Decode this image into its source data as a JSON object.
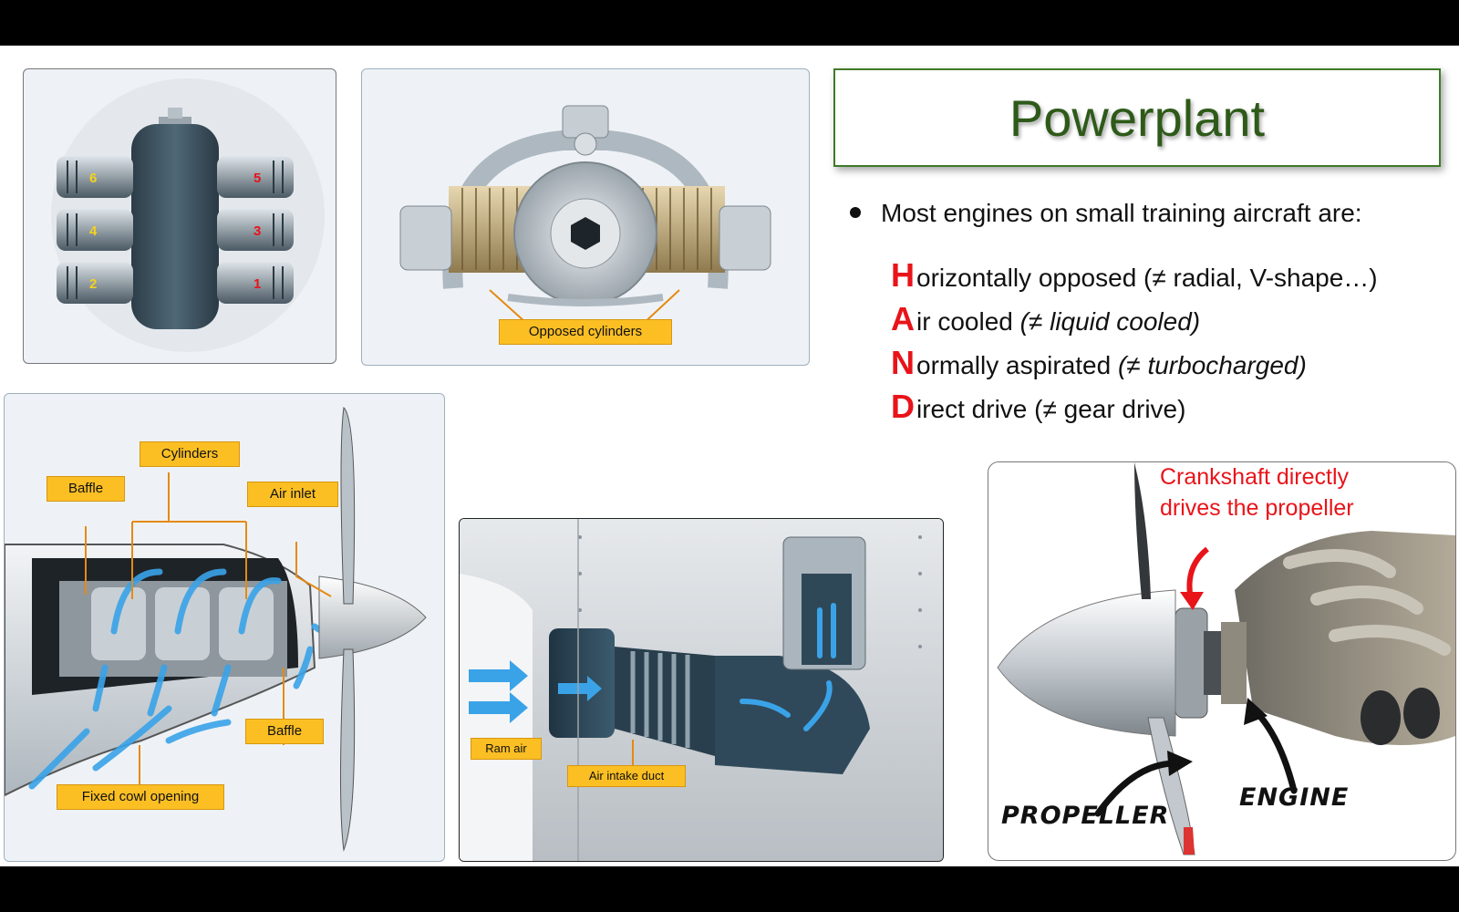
{
  "title": "Powerplant",
  "bullet": "Most engines on small training aircraft are:",
  "hand": [
    {
      "letter": "H",
      "rest": "orizontally opposed (≠ radial, V-shape…)",
      "italic": ""
    },
    {
      "letter": "A",
      "rest": "ir cooled ",
      "italic": "(≠ liquid cooled)"
    },
    {
      "letter": "N",
      "rest": "ormally aspirated ",
      "italic": "(≠ turbocharged)"
    },
    {
      "letter": "D",
      "rest": "irect drive (≠ gear drive)",
      "italic": ""
    }
  ],
  "cylinder_numbers": [
    "6",
    "5",
    "4",
    "3",
    "2",
    "1"
  ],
  "callouts": {
    "opposed_cylinders": "Opposed cylinders",
    "cylinders": "Cylinders",
    "baffle_top": "Baffle",
    "air_inlet": "Air inlet",
    "baffle_bottom": "Baffle",
    "fixed_cowl": "Fixed cowl opening",
    "ram_air": "Ram air",
    "air_intake_duct": "Air intake duct"
  },
  "crankshaft_note_line1": "Crankshaft directly",
  "crankshaft_note_line2": "drives the propeller",
  "propeller_label": "PROPELLER",
  "engine_label": "ENGINE",
  "colors": {
    "title_green": "#2e5a19",
    "accent_red": "#e8141a",
    "callout_yellow": "#fbbf24",
    "airflow_blue": "#3aa3e8"
  }
}
